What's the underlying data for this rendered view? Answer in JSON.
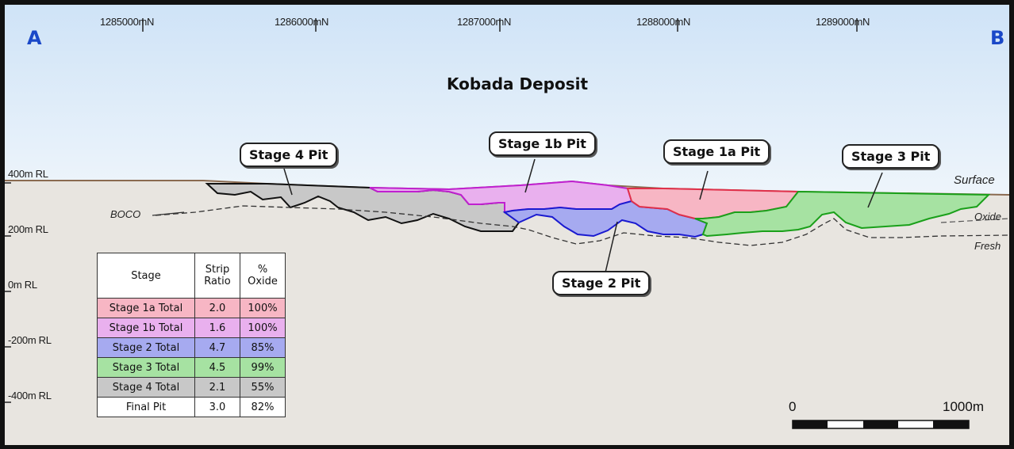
{
  "title": "Kobada Deposit",
  "section_start_label": "A",
  "section_end_label": "B",
  "northings": [
    "1285000mN",
    "1286000mN",
    "1287000mN",
    "1288000mN",
    "1289000mN"
  ],
  "elevations": [
    "400m RL",
    "200m RL",
    "0m RL",
    "-200m RL",
    "-400m RL"
  ],
  "horizon_labels": {
    "boco": "BOCO",
    "surface": "Surface",
    "oxide": "Oxide",
    "fresh": "Fresh"
  },
  "callouts": {
    "stage4": "Stage 4 Pit",
    "stage1b": "Stage 1b Pit",
    "stage1a": "Stage 1a Pit",
    "stage3": "Stage 3 Pit",
    "stage2": "Stage 2 Pit"
  },
  "legend": {
    "headers": [
      "Stage",
      "Strip\nRatio",
      "%\nOxide"
    ],
    "rows": [
      {
        "stage": "Stage 1a Total",
        "strip_ratio": "2.0",
        "oxide": "100%",
        "color": "#f7b6c4"
      },
      {
        "stage": "Stage 1b Total",
        "strip_ratio": "1.6",
        "oxide": "100%",
        "color": "#e9b0ee"
      },
      {
        "stage": "Stage 2 Total",
        "strip_ratio": "4.7",
        "oxide": "85%",
        "color": "#a6aaf0"
      },
      {
        "stage": "Stage 3 Total",
        "strip_ratio": "4.5",
        "oxide": "99%",
        "color": "#a6e2a2"
      },
      {
        "stage": "Stage 4 Total",
        "strip_ratio": "2.1",
        "oxide": "55%",
        "color": "#c8c8c8"
      },
      {
        "stage": "Final Pit",
        "strip_ratio": "3.0",
        "oxide": "82%",
        "color": "#ffffff"
      }
    ]
  },
  "scale_bar": {
    "start_label": "0",
    "end_label": "1000m"
  },
  "colors": {
    "sky_top": "#cfe3f7",
    "ground": "#e8e5e0",
    "stage1a": "#f7b6c4",
    "stage1b": "#e9b0ee",
    "stage2": "#a6aaf0",
    "stage3": "#a6e2a2",
    "stage4": "#c8c8c8",
    "outline1a": "#e0304a",
    "outline1b": "#c020d0",
    "outline2": "#1a1ad0",
    "outline3": "#1aa01a",
    "outline4": "#111111",
    "accent_label": "#1a48c8"
  }
}
